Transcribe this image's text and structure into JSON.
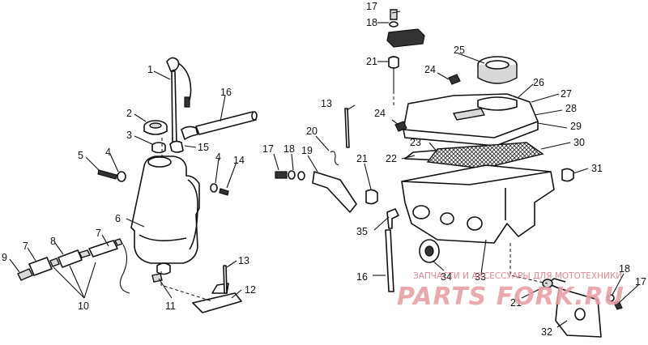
{
  "callouts": {
    "c1": "1",
    "c2": "2",
    "c3": "3",
    "c4a": "4",
    "c4b": "4",
    "c5": "5",
    "c6": "6",
    "c7a": "7",
    "c7b": "7",
    "c8": "8",
    "c9": "9",
    "c10": "10",
    "c11": "11",
    "c12": "12",
    "c13a": "13",
    "c13b": "13",
    "c14": "14",
    "c15": "15",
    "c16a": "16",
    "c16b": "16",
    "c17a": "17",
    "c17b": "17",
    "c17c": "17",
    "c18a": "18",
    "c18b": "18",
    "c18c": "18",
    "c19": "19",
    "c20": "20",
    "c21a": "21",
    "c21b": "21",
    "c21c": "21",
    "c22": "22",
    "c23": "23",
    "c24a": "24",
    "c24b": "24",
    "c25": "25",
    "c26": "26",
    "c27": "27",
    "c28": "28",
    "c29": "29",
    "c30": "30",
    "c31": "31",
    "c32": "32",
    "c33": "33",
    "c34": "34",
    "c35": "35"
  },
  "watermark": {
    "caption": "ЗАПЧАСТИ И АКСЕССУАРЫ ДЛЯ МОТОТЕХНИКИ",
    "brand": "PARTS FORK.RU"
  }
}
